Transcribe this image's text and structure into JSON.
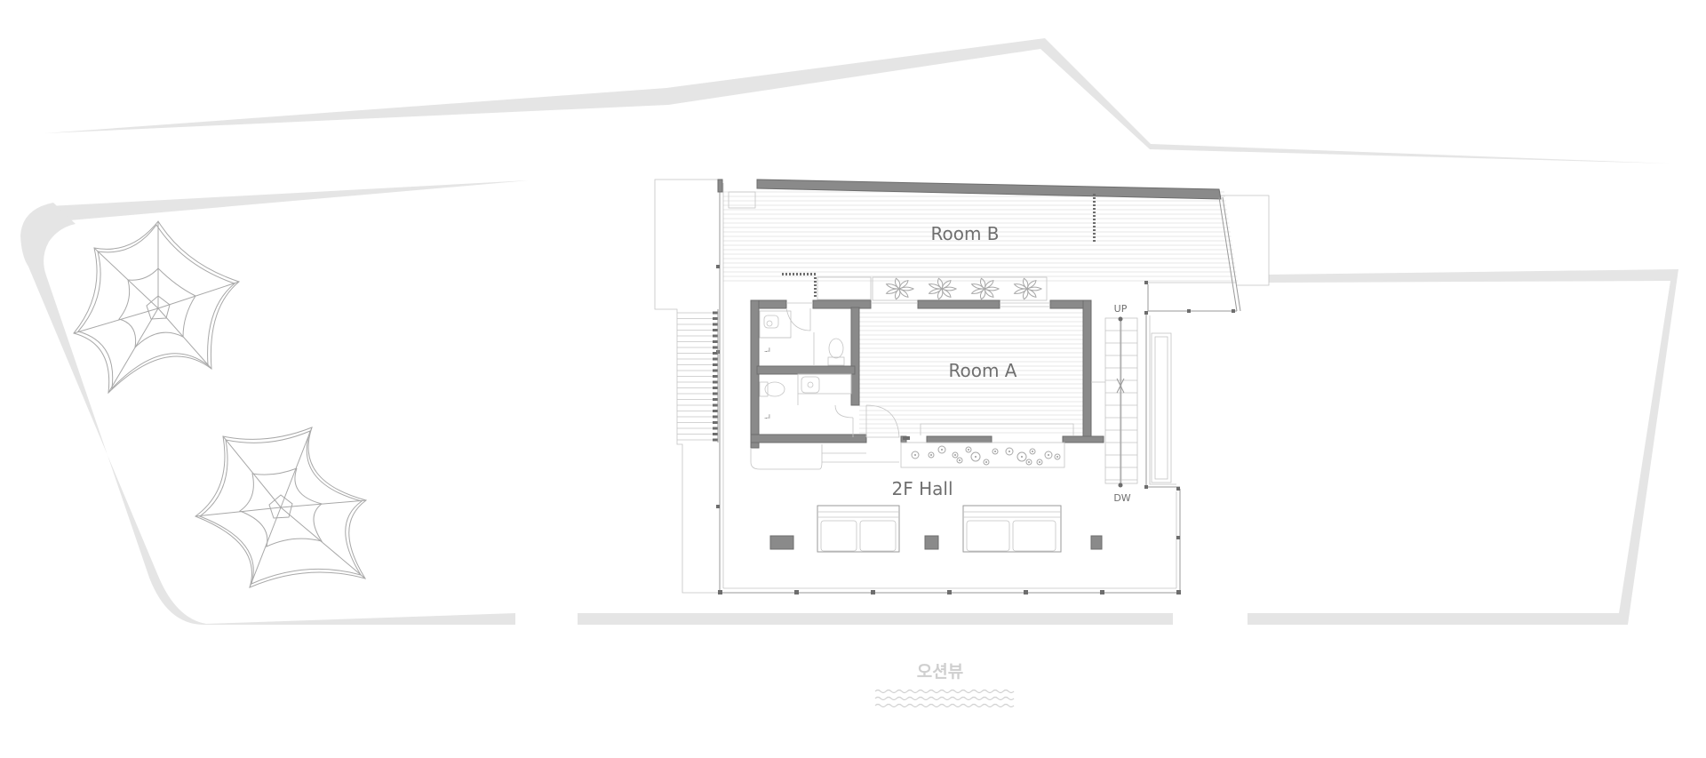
{
  "labels": {
    "room_b": "Room B",
    "room_a": "Room A",
    "hall": "2F Hall",
    "stair_up": "UP",
    "stair_down": "DW",
    "ocean_view": "오션뷰"
  },
  "icons": {
    "parasol": "parasol-icon",
    "plant": "plant-icon",
    "toilet": "toilet-icon",
    "sink": "sink-icon",
    "sofa": "sofa-icon",
    "waves": "wave-icon"
  },
  "colors": {
    "background": "#ffffff",
    "site_outline": "#e5e5e5",
    "wall": "#8a8a8a",
    "line": "#9a9a9a",
    "text": "#6f6f6f"
  }
}
